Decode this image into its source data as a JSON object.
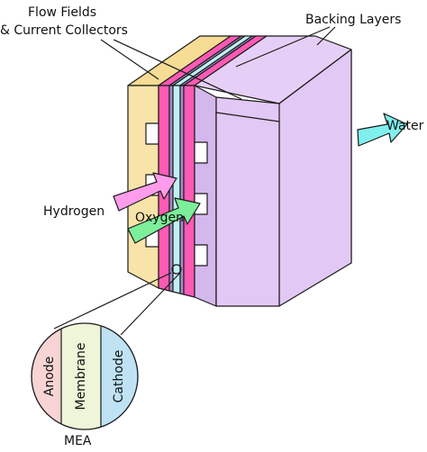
{
  "labels": {
    "flow_fields_line1": "Flow Fields",
    "flow_fields_line2": "& Current Collectors",
    "backing_layers": "Backing Layers",
    "water": "Water",
    "hydrogen": "Hydrogen",
    "oxygen": "Oxygen",
    "anode": "Anode",
    "membrane": "Membrane",
    "cathode": "Cathode",
    "mea": "MEA"
  },
  "colors": {
    "flow_field_plate": "#f8e4a8",
    "cathode_block": "#e2c8f4",
    "backing_layer": "#ff5ab4",
    "membrane_strip": "#bff0f0",
    "catalyst_strip": "#a98bd0",
    "hydrogen_arrow": "#ff9ceb",
    "oxygen_arrow": "#7dee9a",
    "water_arrow": "#7ff0ee",
    "mea_anode": "#f8d4d4",
    "mea_membrane": "#eef5d8",
    "mea_cathode": "#bfe2f4"
  }
}
